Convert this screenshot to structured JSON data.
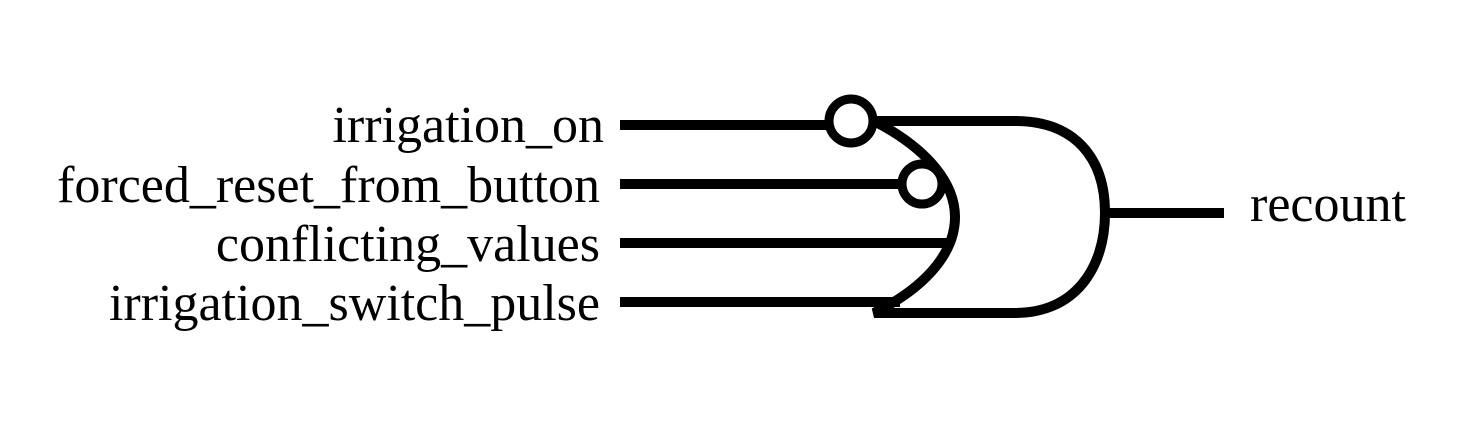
{
  "diagram": {
    "gate_type": "OR",
    "inputs": [
      {
        "label": "irrigation_on",
        "inverted": true
      },
      {
        "label": "forced_reset_from_button",
        "inverted": true
      },
      {
        "label": "conflicting_values",
        "inverted": false
      },
      {
        "label": "irrigation_switch_pulse",
        "inverted": false
      }
    ],
    "output": {
      "label": "recount"
    }
  }
}
